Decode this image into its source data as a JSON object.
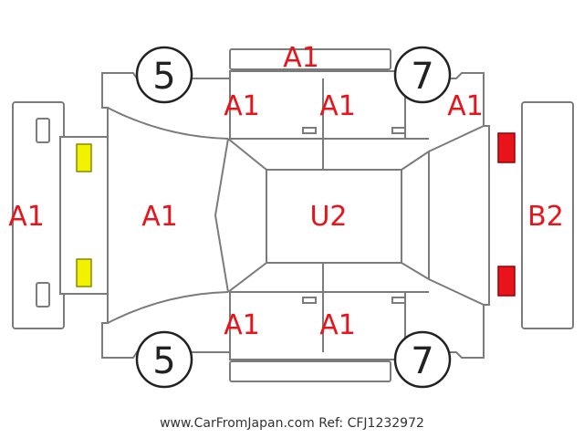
{
  "diagram": {
    "labels": {
      "roof": "A1",
      "front_left_door": "A1",
      "rear_left_door": "A1",
      "rear_left_quarter": "A1",
      "front_bumper": "A1",
      "hood": "A1",
      "roof_center": "U2",
      "rear_bumper": "B2",
      "front_right_door": "A1",
      "rear_right_door": "A1"
    },
    "tires": {
      "front_left": "5",
      "rear_left": "7",
      "front_right": "5",
      "rear_right": "7"
    },
    "colors": {
      "label": "#e8131b",
      "front_lights": "#f2f200",
      "rear_lights": "#e8131b",
      "outline": "#7b7b7b"
    }
  },
  "footer": {
    "text": "www.CarFromJapan.com Ref: CFJ1232972"
  }
}
